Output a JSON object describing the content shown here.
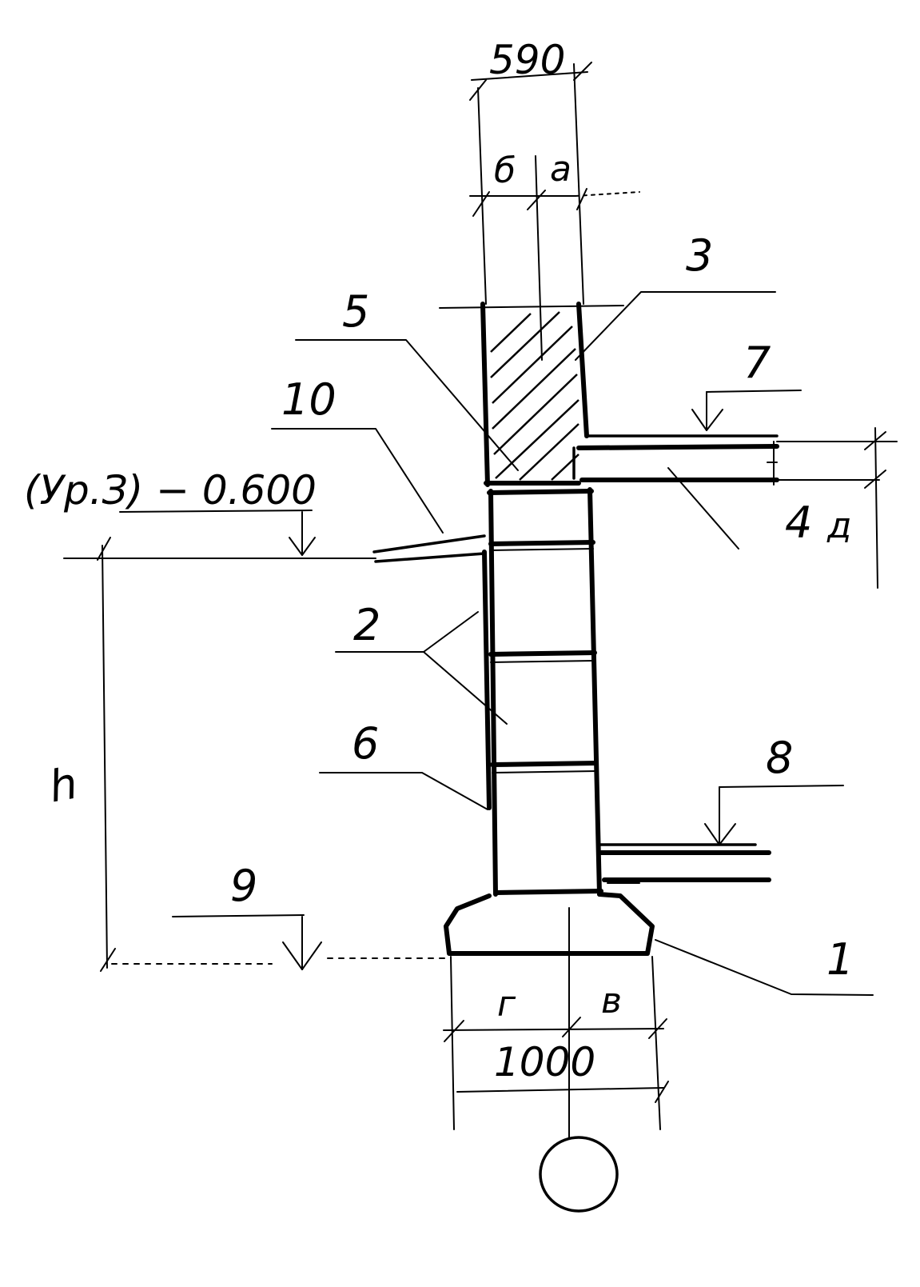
{
  "drawing": {
    "dimensions": {
      "wall_width": "590",
      "wall_part_left": "б",
      "wall_part_right": "а",
      "footing_width": "1000",
      "footing_part_left": "г",
      "footing_part_right": "в",
      "height": "h",
      "slab_thickness": "д"
    },
    "level_mark": "(Ур.З) − 0.600",
    "callouts": [
      "1",
      "2",
      "3",
      "4",
      "5",
      "6",
      "7",
      "8",
      "9",
      "10"
    ]
  }
}
